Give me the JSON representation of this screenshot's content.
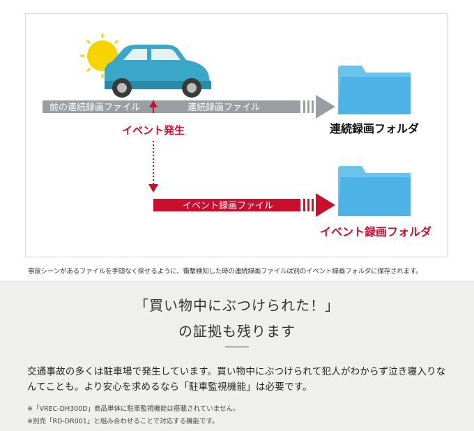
{
  "diagram": {
    "prev_file_label": "前の連続録画ファイル",
    "cont_file_label": "連続録画ファイル",
    "event_label": "イベント発生",
    "event_file_label": "イベント録画ファイル",
    "cont_folder_label": "連続録画フォルダ",
    "event_folder_label": "イベント録画フォルダ",
    "colors": {
      "gray_bar": "#999ea2",
      "red": "#c8102e",
      "folder": "#4db3e6",
      "car": "#3aa6c8",
      "sun": "#f5d400"
    }
  },
  "caption": "事故シーンがあるファイルを手間なく探せるように、衝撃検知した時の連続録画ファイルは別のイベント録画フォルダに保存されます。",
  "headline": {
    "line1": "「買い物中にぶつけられた！」",
    "line2": "の証拠も残ります"
  },
  "body": "交通事故の多くは駐車場で発生しています。買い物中にぶつけられて犯人がわからず泣き寝入りなんてことも。より安心を求めるなら「駐車監視機能」は必要です。",
  "notes": [
    "※「VREC-DH300D」商品単体に駐車監視機能は搭載されていません。",
    "※別売「RD-DR001」と組み合わせることで対応する機能です。"
  ]
}
